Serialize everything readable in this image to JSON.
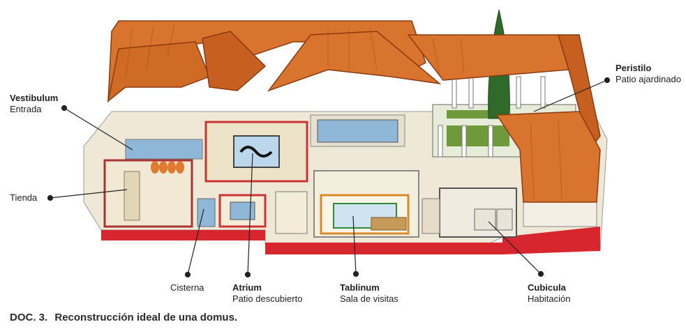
{
  "labels": {
    "vestibulum": {
      "title": "Vestibulum",
      "subtitle": "Entrada"
    },
    "tienda": {
      "title": "Tienda"
    },
    "cisterna": {
      "title": "Cisterna"
    },
    "atrium": {
      "title": "Atrium",
      "subtitle": "Patio descubierto"
    },
    "tablinum": {
      "title": "Tablinum",
      "subtitle": "Sala de visitas"
    },
    "cubicula": {
      "title": "Cubicula",
      "subtitle": "Habitación"
    },
    "peristilo": {
      "title": "Peristilo",
      "subtitle": "Patio ajardinado"
    }
  },
  "caption": {
    "doc": "DOC. 3.",
    "text": "Reconstrucción ideal de una domus."
  },
  "colors": {
    "roof": "#d9742e",
    "roof_dark": "#b9541c",
    "wall": "#f3ead8",
    "wall_red": "#d8262e",
    "floor": "#ece3c8",
    "mosaic": "#8fb7d8",
    "garden": "#6f9a3c",
    "cypress": "#2f6a2a"
  }
}
